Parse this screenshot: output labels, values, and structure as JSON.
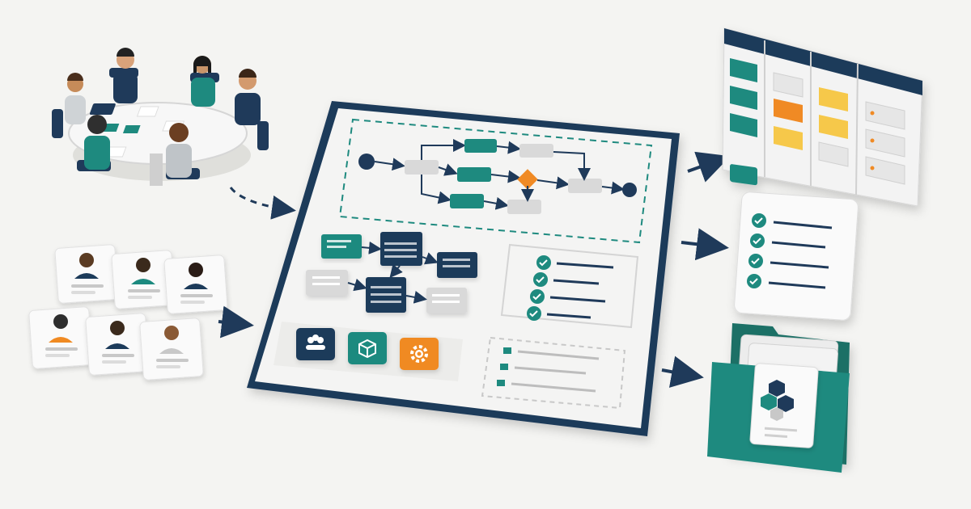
{
  "colors": {
    "background": "#f4f4f2",
    "navy": "#1f3a5a",
    "teal": "#1e8a7f",
    "orange": "#f08a24",
    "yellow": "#f6c84a",
    "light_gray": "#dcdcdc",
    "card_white": "#fafafa"
  },
  "icons": {
    "team_button": "people-icon",
    "module_button": "cube-icon",
    "settings_button": "gear-icon",
    "checklist_items": "checkmark-icon",
    "folder_document": "cubes-icon"
  },
  "kanban": {
    "columns": [
      {
        "card_color": "#1e8a7f",
        "cards": 3
      },
      {
        "card_color": "#f08a24",
        "cards": 3
      },
      {
        "card_color": "#f6c84a",
        "cards": 3
      },
      {
        "card_color": "#e8e8e8",
        "cards": 3
      }
    ]
  },
  "checklist": {
    "items": 4
  },
  "team_profiles": {
    "count": 6,
    "accent_colors": [
      "#1f3a5a",
      "#1e8a7f",
      "#1f3a5a",
      "#f08a24",
      "#1f3a5a",
      "#c8c8c8"
    ]
  }
}
